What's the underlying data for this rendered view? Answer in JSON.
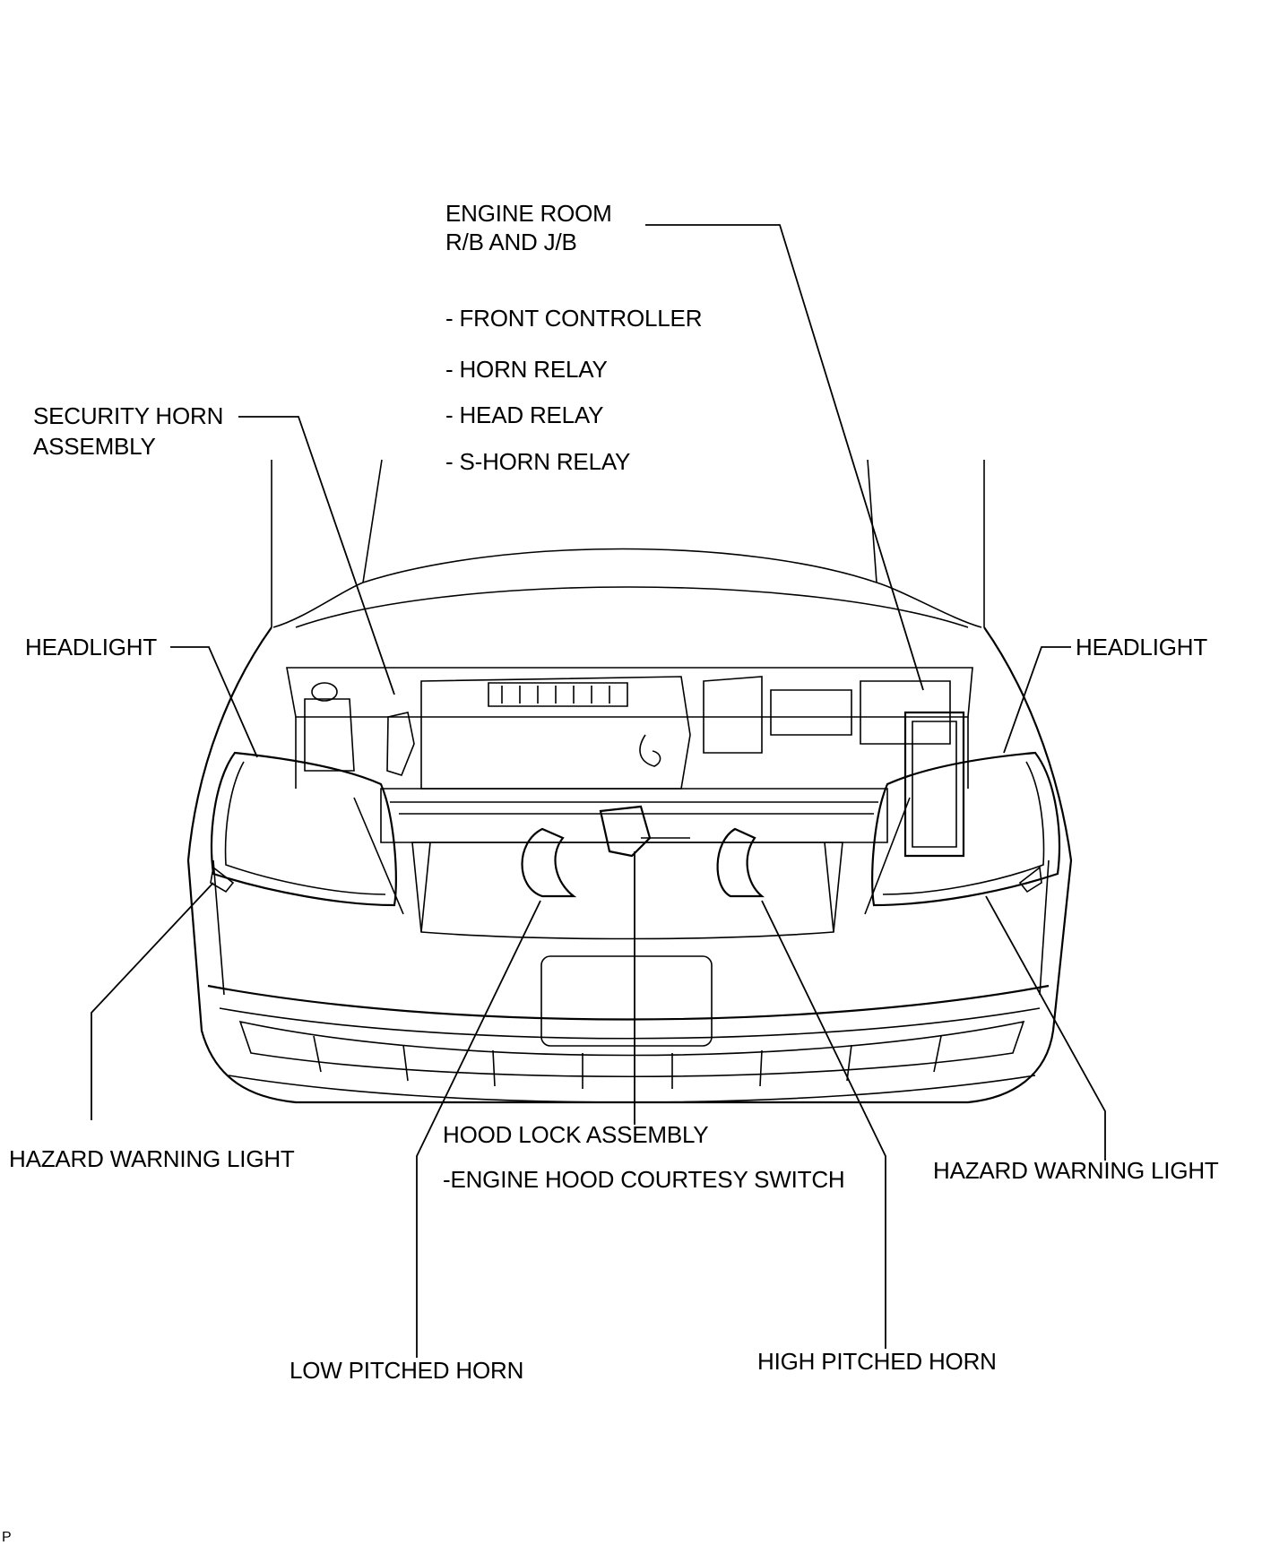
{
  "labels": {
    "engine_room": "ENGINE ROOM",
    "rb_jb": "R/B AND J/B",
    "front_controller": "- FRONT CONTROLLER",
    "horn_relay": "- HORN RELAY",
    "head_relay": "- HEAD RELAY",
    "s_horn_relay": "- S-HORN RELAY",
    "security_horn_1": "SECURITY HORN",
    "security_horn_2": "ASSEMBLY",
    "headlight_left": "HEADLIGHT",
    "headlight_right": "HEADLIGHT",
    "hazard_left": "HAZARD WARNING LIGHT",
    "hazard_right": "HAZARD WARNING LIGHT",
    "hood_lock": "HOOD LOCK ASSEMBLY",
    "hood_switch": "-ENGINE HOOD COURTESY SWITCH",
    "low_horn": "LOW PITCHED HORN",
    "high_horn": "HIGH PITCHED HORN",
    "corner_mark": "P"
  }
}
